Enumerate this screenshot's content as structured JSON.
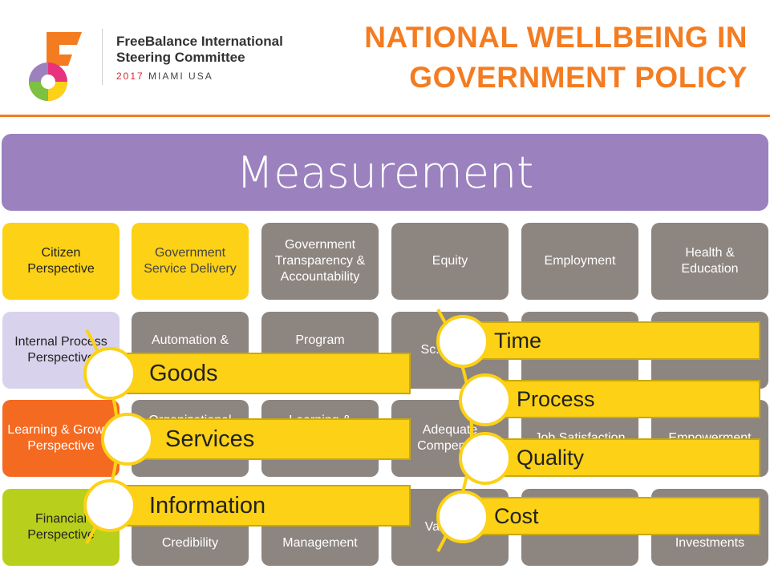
{
  "header": {
    "org_line1": "FreeBalance International",
    "org_line2": "Steering Committee",
    "year": "2017",
    "location": "MIAMI USA",
    "title_line1": "NATIONAL WELLBEING IN",
    "title_line2": "GOVERNMENT POLICY"
  },
  "measurement": {
    "label": "Measurement"
  },
  "rows": [
    {
      "head": "Citizen Perspective",
      "cells": [
        "Government Service Delivery",
        "Government Transparency & Accountability",
        "Equity",
        "Employment",
        "Health & Education"
      ]
    },
    {
      "head": "Internal Process Perspective",
      "cells": [
        "Automation &",
        "Program",
        "Sc... Pla...",
        "...",
        ""
      ]
    },
    {
      "head": "Learning & Growth Perspective",
      "cells": [
        "Organizational",
        "Learning &",
        "Adequate Compens...",
        "Job Satisfaction",
        "Empowerment"
      ]
    },
    {
      "head": "Financial Perspective",
      "cells": [
        "Credibility",
        "Management",
        "Va... M...",
        "",
        "Investments"
      ]
    }
  ],
  "left_items": [
    "Goods",
    "Services",
    "Information"
  ],
  "right_items": [
    "Time",
    "Process",
    "Quality",
    "Cost"
  ],
  "colors": {
    "orange": "#f47c20",
    "purple": "#9b82bf",
    "gold": "#fcd116",
    "grey": "#8d8580",
    "lime": "#b8cf1b",
    "lavender": "#d9d2ec"
  }
}
